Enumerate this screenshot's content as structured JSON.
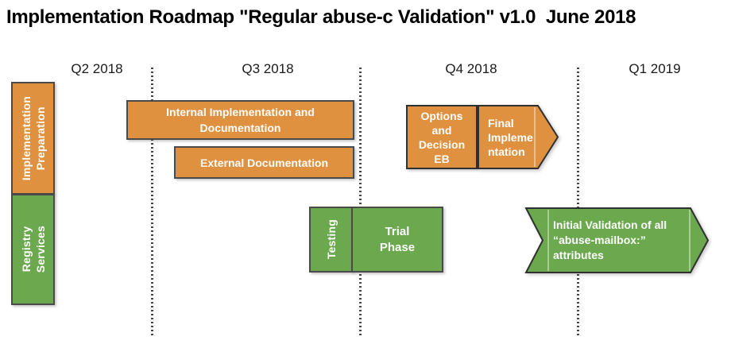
{
  "title": "Implementation Roadmap \"Regular abuse-c Validation\" v1.0  June 2018",
  "colors": {
    "orange": "#E0913F",
    "green": "#6BA84E",
    "shape_border": "#3F3F3F",
    "divider_dots": "#454545",
    "title_text": "#000000",
    "shape_text": "#FFFFFF",
    "quarter_label_text": "#1A1A1A"
  },
  "timeline": {
    "quarters": [
      {
        "label": "Q2 2018"
      },
      {
        "label": "Q3 2018"
      },
      {
        "label": "Q4 2018"
      },
      {
        "label": "Q1 2019"
      }
    ]
  },
  "lanes": [
    {
      "label": "Implementation\nPreparation",
      "color": "#E0913F"
    },
    {
      "label": "Registry\nServices",
      "color": "#6BA84E"
    }
  ],
  "tasks": {
    "internal_impl": {
      "label": "Internal Implementation and\nDocumentation",
      "lane": "Implementation Preparation",
      "color": "#E0913F"
    },
    "external_doc": {
      "label": "External Documentation",
      "lane": "Implementation Preparation",
      "color": "#E0913F"
    },
    "options_eb": {
      "label": "Options\nand\nDecision\nEB",
      "lane": "Implementation Preparation",
      "color": "#E0913F"
    },
    "final_impl": {
      "label": "Final\nImpleme\nntation",
      "lane": "Implementation Preparation",
      "color": "#E0913F",
      "shape": "right-arrow"
    },
    "testing": {
      "label": "Testing",
      "lane": "Registry Services",
      "color": "#6BA84E"
    },
    "trial_phase": {
      "label": "Trial\nPhase",
      "lane": "Registry Services",
      "color": "#6BA84E"
    },
    "initial_validation": {
      "label": "Initial Validation of all\n“abuse-mailbox:”\nattributes",
      "lane": "Registry Services",
      "color": "#6BA84E",
      "shape": "chevron-arrow"
    }
  }
}
